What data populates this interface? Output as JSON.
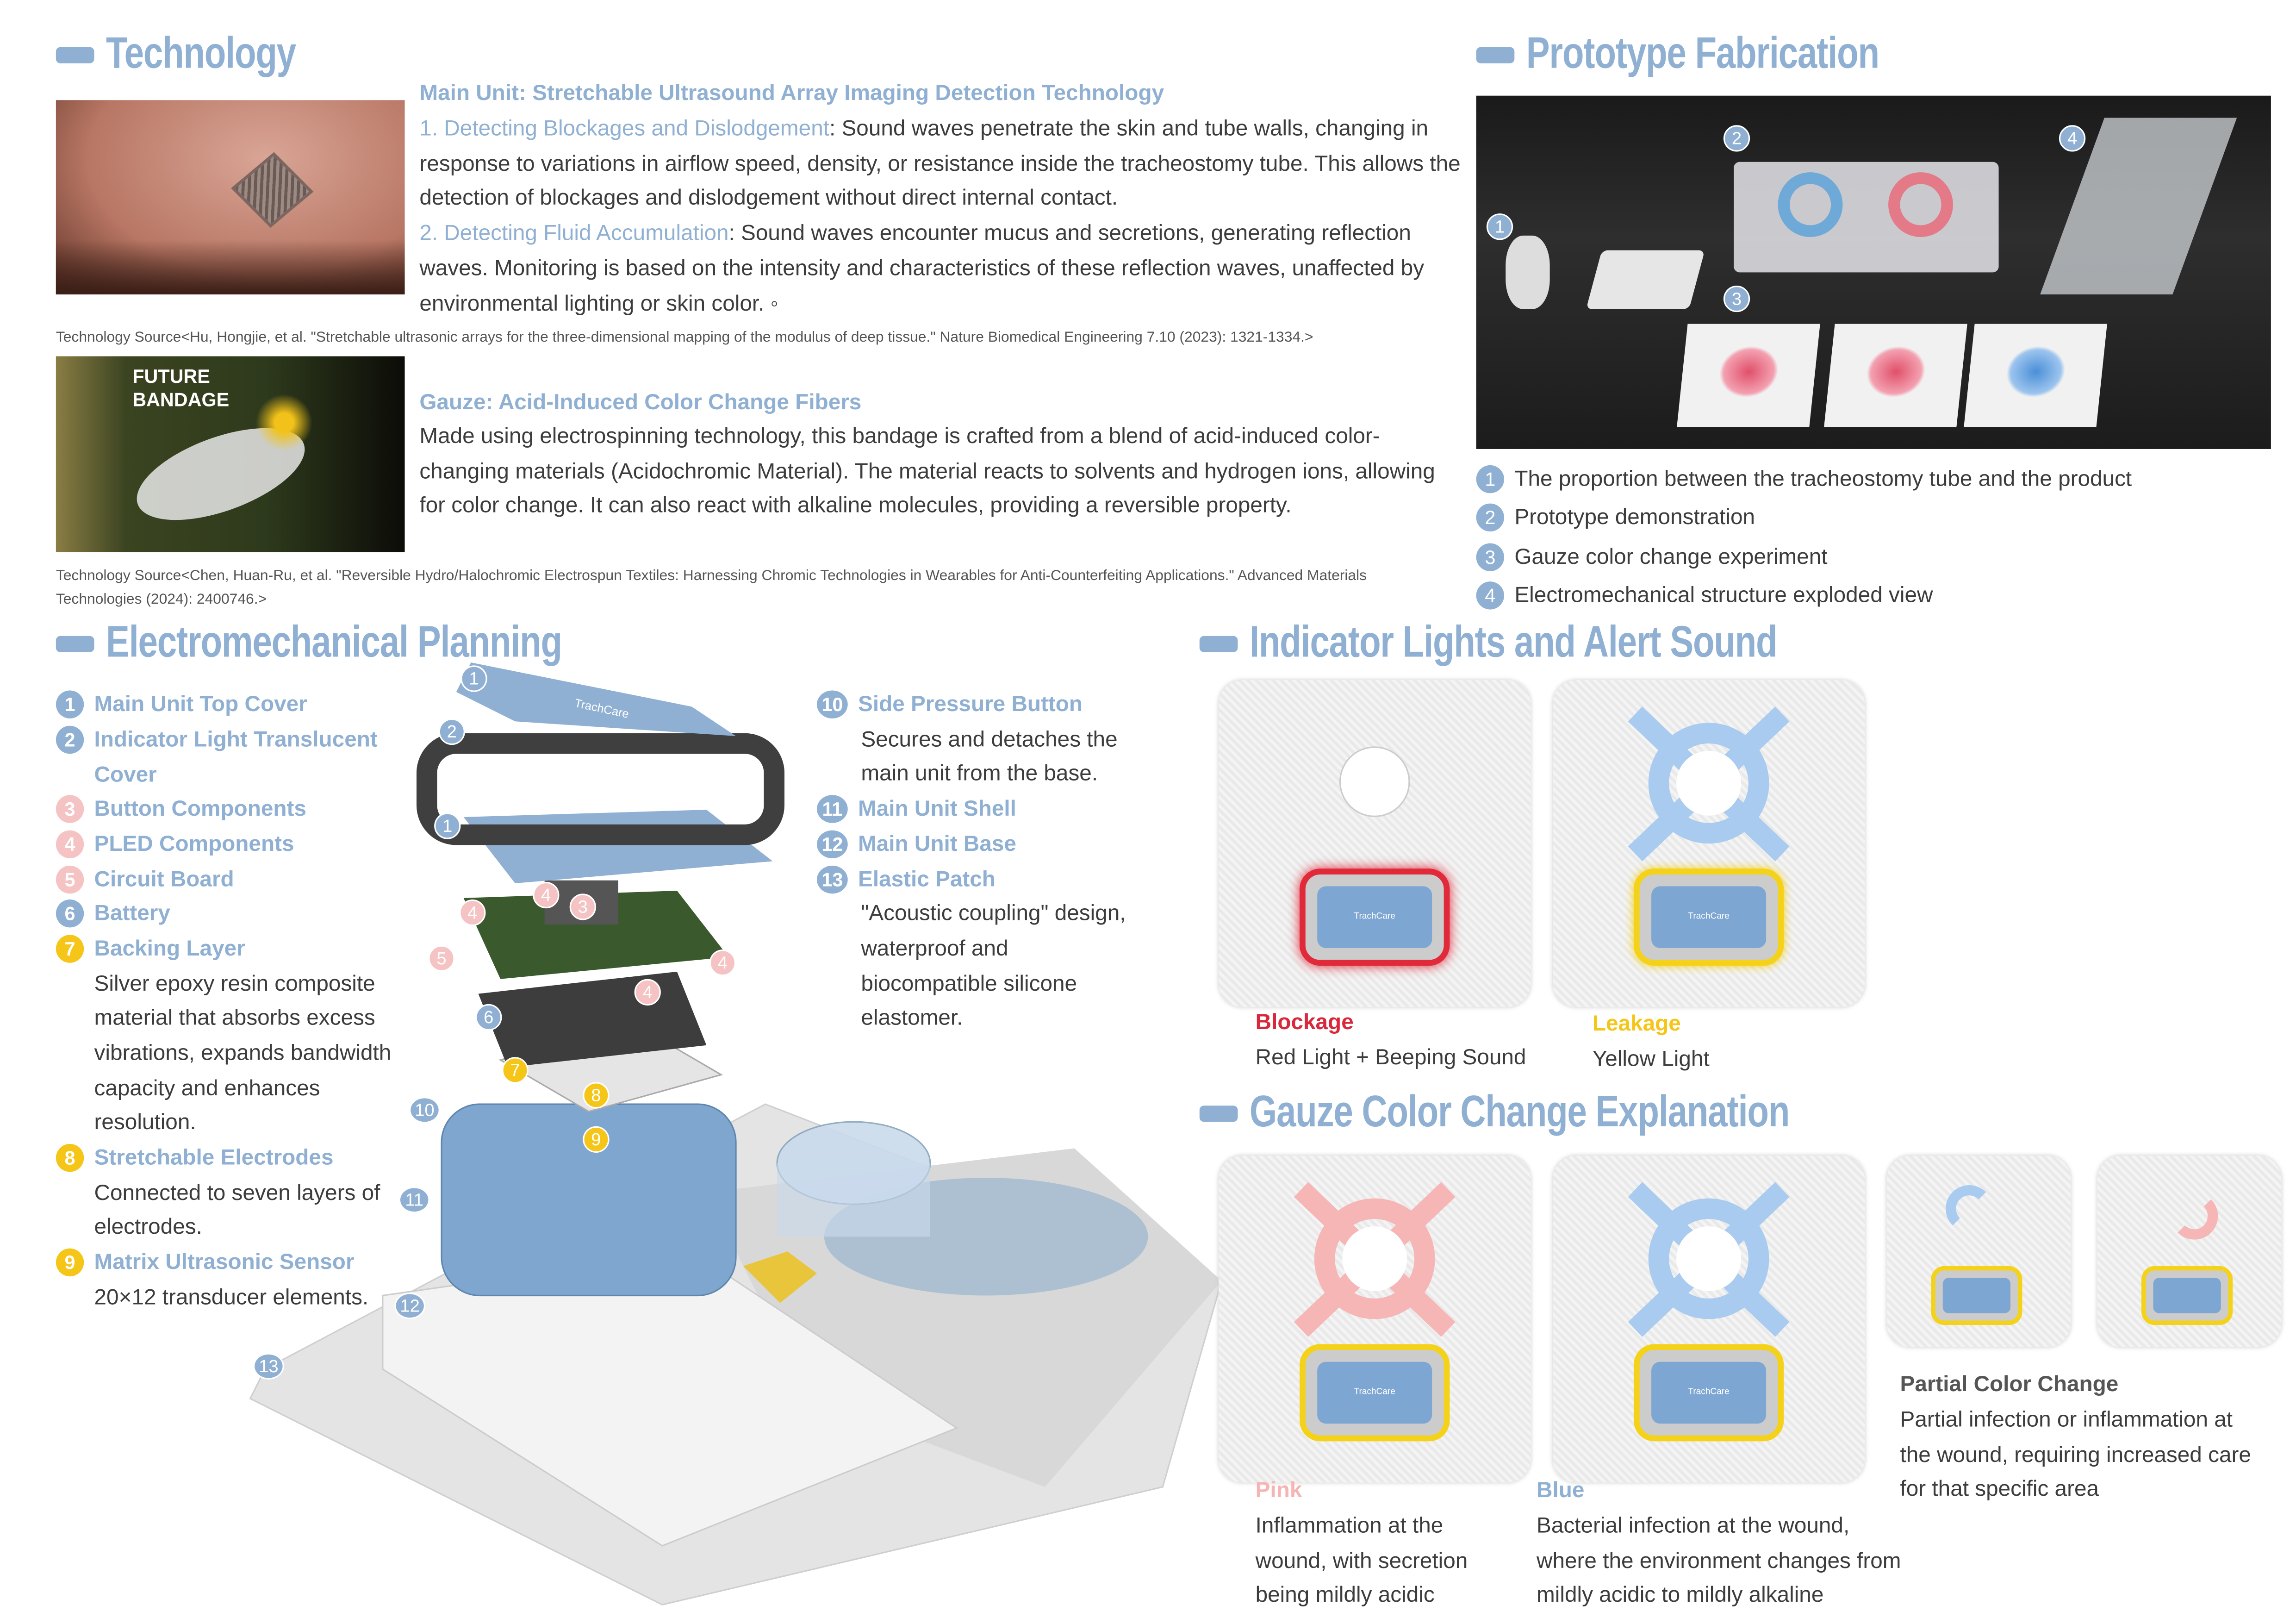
{
  "technology": {
    "heading": "Technology",
    "main_unit_title": "Main Unit: Stretchable Ultrasound Array Imaging Detection Technology",
    "point1_title": "1. Detecting Blockages and Dislodgement",
    "point1_text": ": Sound waves penetrate the skin and tube walls, changing in response to variations in airflow speed, density, or resistance inside the tracheostomy tube. This allows the detection of blockages and dislodgement without direct internal contact.",
    "point2_title": "2. Detecting Fluid Accumulation",
    "point2_text": ": Sound waves encounter mucus and secretions, generating reflection waves. Monitoring is based on the intensity and characteristics of these reflection waves, unaffected by environmental lighting or skin color. ◦",
    "source1": "Technology Source<Hu, Hongjie, et al. \"Stretchable ultrasonic arrays for the three-dimensional mapping of the modulus of deep tissue.\" Nature Biomedical Engineering 7.10 (2023): 1321-1334.>",
    "gauze_title": "Gauze: Acid-Induced Color Change Fibers",
    "gauze_text": "Made using electrospinning technology, this bandage is crafted from a blend of acid-induced color-changing materials (Acidochromic Material). The material reacts to solvents and hydrogen ions, allowing for color change. It can also react with alkaline molecules, providing a reversible property.",
    "source2": "Technology Source<Chen, Huan-Ru, et al. \"Reversible Hydro/Halochromic Electrospun Textiles: Harnessing Chromic Technologies in Wearables for Anti-Counterfeiting Applications.\" Advanced Materials Technologies (2024): 2400746.>",
    "bandage_image_text": [
      "FUTURE",
      "BANDAGE"
    ]
  },
  "prototype": {
    "heading": "Prototype Fabrication",
    "photo_callouts": [
      "1",
      "2",
      "3",
      "4"
    ],
    "legend": [
      {
        "n": "1",
        "text": "The proportion between the tracheostomy tube and the product"
      },
      {
        "n": "2",
        "text": "Prototype demonstration"
      },
      {
        "n": "3",
        "text": "Gauze color change experiment"
      },
      {
        "n": "4",
        "text": "Electromechanical structure exploded view"
      }
    ]
  },
  "electromechanical": {
    "heading": "Electromechanical Planning",
    "left_items": [
      {
        "n": "1",
        "color": "blue",
        "label": "Main Unit Top Cover"
      },
      {
        "n": "2",
        "color": "blue",
        "label": "Indicator Light Translucent",
        "label2": "Cover"
      },
      {
        "n": "3",
        "color": "pink",
        "label": "Button Components"
      },
      {
        "n": "4",
        "color": "pink",
        "label": "PLED Components"
      },
      {
        "n": "5",
        "color": "pink",
        "label": "Circuit Board"
      },
      {
        "n": "6",
        "color": "blue",
        "label": "Battery"
      },
      {
        "n": "7",
        "color": "yellow",
        "label": "Backing Layer",
        "desc": "Silver epoxy resin composite material that absorbs excess vibrations, expands bandwidth capacity and enhances resolution."
      },
      {
        "n": "8",
        "color": "yellow",
        "label": "Stretchable Electrodes",
        "desc": "Connected to seven layers of electrodes."
      },
      {
        "n": "9",
        "color": "yellow",
        "label": "Matrix Ultrasonic Sensor",
        "desc": "20×12 transducer elements."
      }
    ],
    "right_items": [
      {
        "n": "10",
        "label": "Side Pressure Button",
        "desc": "Secures and detaches the main unit from the base."
      },
      {
        "n": "11",
        "label": "Main Unit Shell"
      },
      {
        "n": "12",
        "label": "Main Unit Base"
      },
      {
        "n": "13",
        "label": "Elastic Patch",
        "desc": "\"Acoustic coupling\" design, waterproof and biocompatible silicone elastomer."
      }
    ],
    "diagram_brand": "TrachCare"
  },
  "indicator": {
    "heading": "Indicator Lights and Alert Sound",
    "cards": [
      {
        "title": "Blockage",
        "desc": "Red Light + Beeping Sound",
        "color": "#d9283c"
      },
      {
        "title": "Leakage",
        "desc": "Yellow Light",
        "color": "#f5c518"
      }
    ],
    "device_label": "TrachCare"
  },
  "gauze_explanation": {
    "heading": "Gauze Color Change Explanation",
    "pink_title": "Pink",
    "pink_desc": "Inflammation at the wound, with secretion being mildly acidic",
    "blue_title": "Blue",
    "blue_desc": "Bacterial infection at the wound, where the environment changes from mildly acidic to mildly alkaline",
    "partial_title": "Partial Color Change",
    "partial_desc": "Partial infection or inflammation at the wound, requiring increased care for that specific area"
  },
  "colors": {
    "blue": "#8fb0d2",
    "pink": "#f5c3c3",
    "yellow": "#f5c518",
    "red": "#d9283c"
  }
}
